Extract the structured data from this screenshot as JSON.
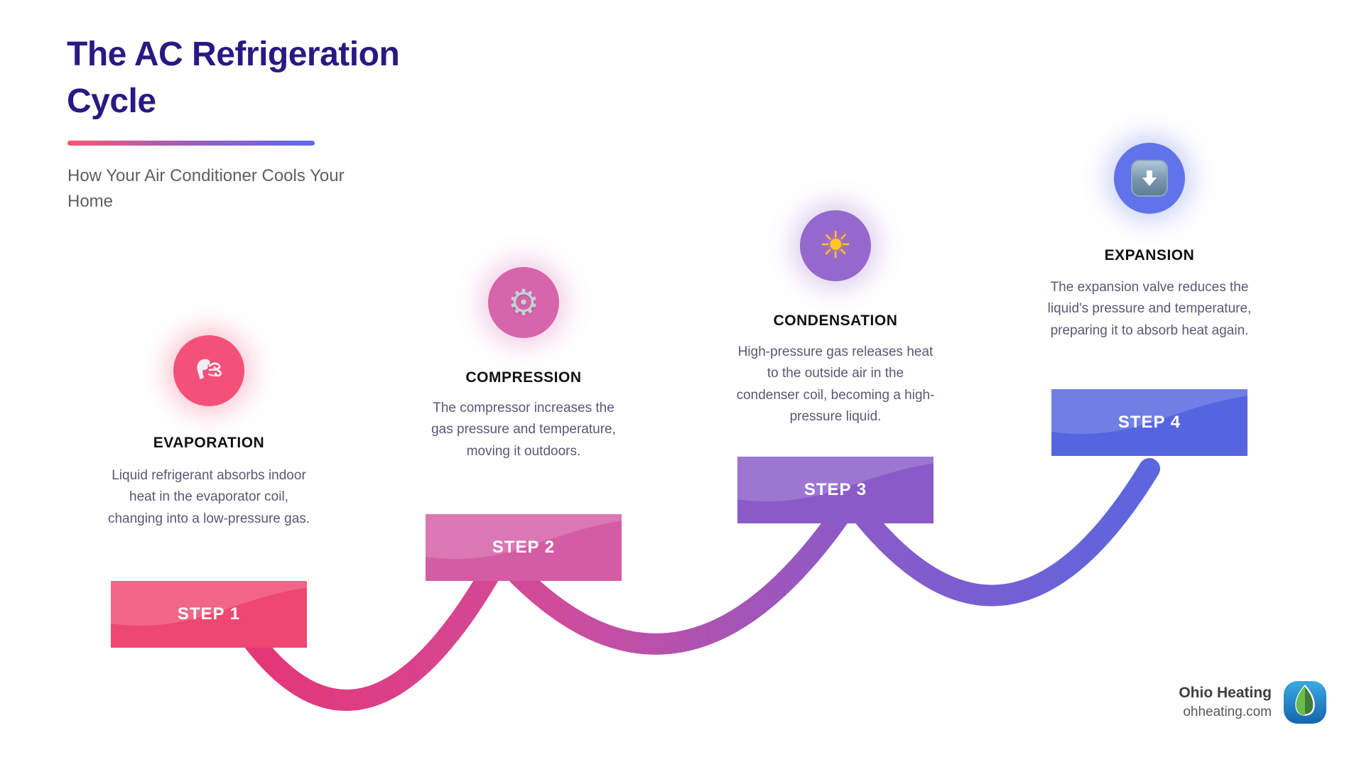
{
  "header": {
    "title": "The AC Refrigeration Cycle",
    "subtitle": "How Your Air Conditioner Cools Your Home",
    "title_color": "#2A1884",
    "accent_gradient": [
      "#F4566F",
      "#9A5FC0",
      "#5E6CE9"
    ]
  },
  "steps": [
    {
      "step_label": "STEP 1",
      "name": "EVAPORATION",
      "description": "Liquid refrigerant absorbs indoor heat in the evaporator coil, changing into a low-pressure gas.",
      "icon": "wind-face-icon",
      "circle_color": "#F4517A",
      "box_color": "#EE4770"
    },
    {
      "step_label": "STEP 2",
      "name": "COMPRESSION",
      "description": "The compressor increases the gas pressure and temperature, moving it outdoors.",
      "icon": "gear-icon",
      "circle_color": "#D765AB",
      "box_color": "#D45CA4"
    },
    {
      "step_label": "STEP 3",
      "name": "CONDENSATION",
      "description": "High-pressure gas releases heat to the outside air in the condenser coil, becoming a high-pressure liquid.",
      "icon": "sun-icon",
      "circle_color": "#9568CE",
      "box_color": "#8A5BC8"
    },
    {
      "step_label": "STEP 4",
      "name": "EXPANSION",
      "description": "The expansion valve reduces the liquid's pressure and temperature, preparing it to absorb heat again.",
      "icon": "down-arrow-icon",
      "circle_color": "#6173EA",
      "box_color": "#5565DF"
    }
  ],
  "connector_gradient": [
    "#E63472",
    "#D04C9B",
    "#8E59C6",
    "#5767E1"
  ],
  "footer": {
    "brand": "Ohio Heating",
    "website": "ohheating.com"
  }
}
